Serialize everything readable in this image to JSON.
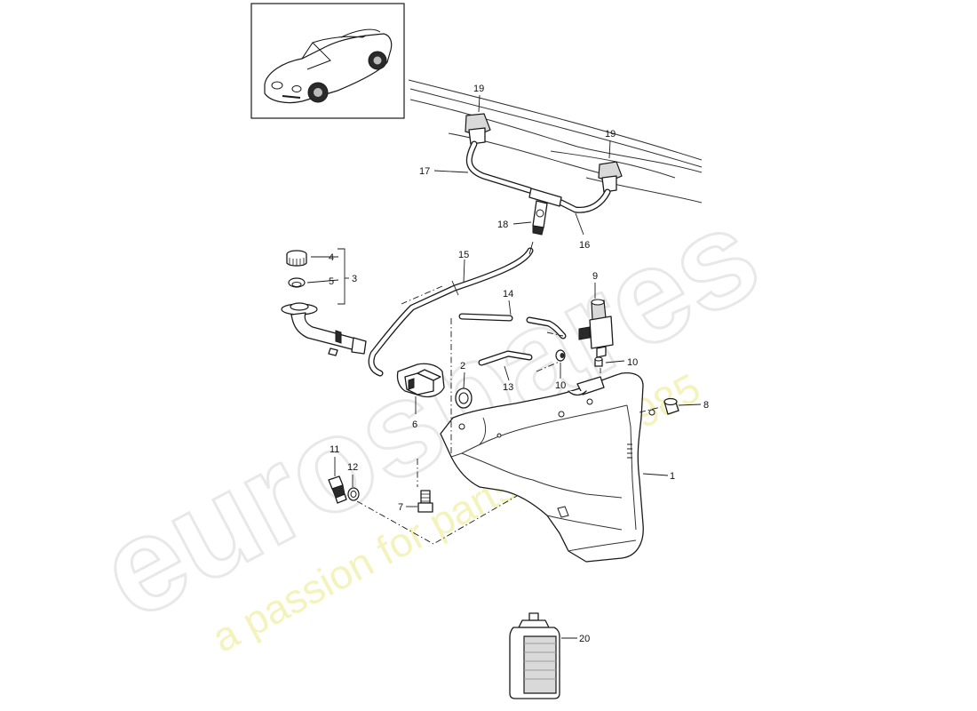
{
  "watermark": {
    "brand": "eurospares",
    "tagline": "a passion for parts since 1985"
  },
  "callouts": {
    "c1": "1",
    "c2": "2",
    "c3": "3",
    "c4": "4",
    "c5": "5",
    "c6": "6",
    "c7": "7",
    "c8": "8",
    "c9": "9",
    "c10a": "10",
    "c10b": "10",
    "c11": "11",
    "c12": "12",
    "c13": "13",
    "c14": "14",
    "c15": "15",
    "c16": "16",
    "c17": "17",
    "c18": "18",
    "c19a": "19",
    "c19b": "19",
    "c20": "20"
  },
  "colors": {
    "line": "#1a1a1a",
    "watermark_grey": "#e8e8e8",
    "watermark_yellow": "#f2f0a8"
  }
}
